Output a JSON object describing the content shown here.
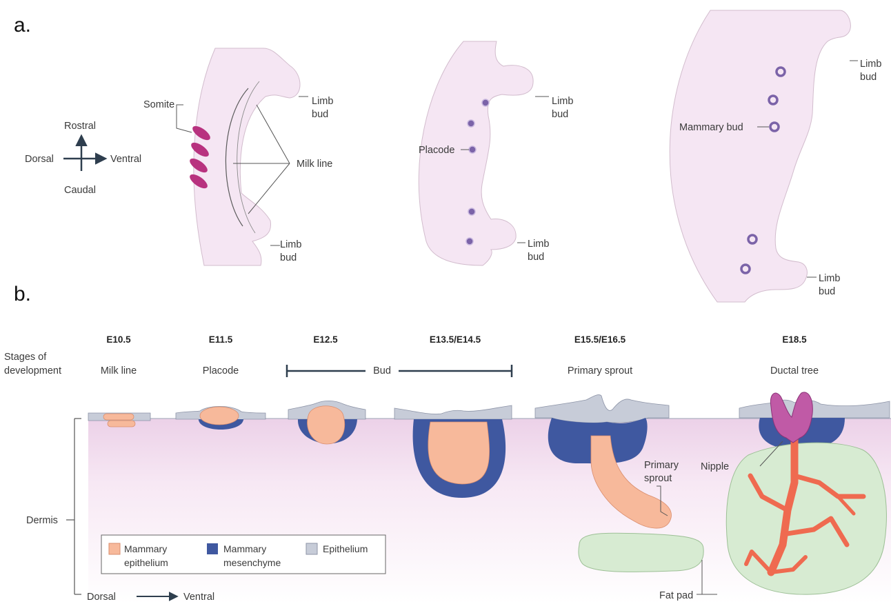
{
  "panels": {
    "a": "a.",
    "b": "b."
  },
  "panel_a": {
    "compass": {
      "rostral": "Rostral",
      "dorsal": "Dorsal",
      "ventral": "Ventral",
      "caudal": "Caudal"
    },
    "embryo1": {
      "somite": "Somite",
      "milk_line": "Milk line",
      "limb_bud_top_1": "Limb",
      "limb_bud_top_2": "bud",
      "limb_bud_bottom_1": "Limb",
      "limb_bud_bottom_2": "bud"
    },
    "embryo2": {
      "placode": "Placode",
      "limb_bud_top_1": "Limb",
      "limb_bud_top_2": "bud",
      "limb_bud_bottom_1": "Limb",
      "limb_bud_bottom_2": "bud"
    },
    "embryo3": {
      "mammary_bud": "Mammary bud",
      "limb_bud_top_1": "Limb",
      "limb_bud_top_2": "bud",
      "limb_bud_bottom_1": "Limb",
      "limb_bud_bottom_2": "bud"
    }
  },
  "panel_b": {
    "stages_label_1": "Stages of",
    "stages_label_2": "development",
    "stages": [
      {
        "day": "E10.5",
        "name": "Milk line"
      },
      {
        "day": "E11.5",
        "name": "Placode"
      },
      {
        "day": "E12.5",
        "name": ""
      },
      {
        "day": "E13.5/E14.5",
        "name": ""
      },
      {
        "day": "E15.5/E16.5",
        "name": "Primary sprout"
      },
      {
        "day": "E18.5",
        "name": "Ductal tree"
      }
    ],
    "bud_label": "Bud",
    "dermis": "Dermis",
    "primary_sprout_1": "Primary",
    "primary_sprout_2": "sprout",
    "nipple": "Nipple",
    "fat_pad": "Fat pad",
    "axis": {
      "dorsal": "Dorsal",
      "ventral": "Ventral"
    },
    "legend": {
      "mammary_epithelium_1": "Mammary",
      "mammary_epithelium_2": "epithelium",
      "mammary_mesenchyme_1": "Mammary",
      "mammary_mesenchyme_2": "mesenchyme",
      "epithelium": "Epithelium"
    }
  },
  "colors": {
    "embryo_pink": "#f5e6f3",
    "somite_magenta": "#b8327f",
    "placode_purple": "#7b63a8",
    "mammary_epithelium": "#f7b99b",
    "mammary_mesenchyme": "#3f58a0",
    "epithelium": "#c7ccd8",
    "dermis_pink": "#f2dcee",
    "fat_pad_green": "#d7ebd2",
    "duct_red": "#ef6a50",
    "nipple_magenta": "#c05aa6"
  }
}
